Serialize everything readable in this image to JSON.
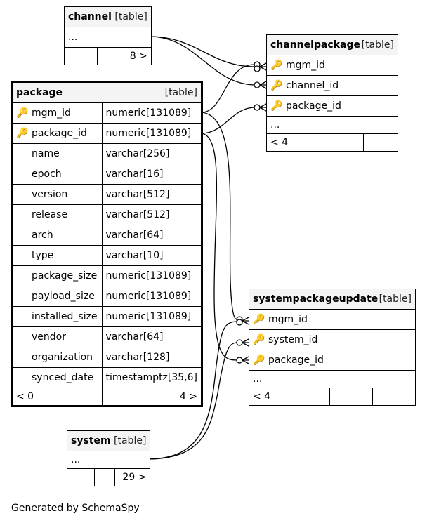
{
  "footer": "Generated by SchemaSpy",
  "channel": {
    "name": "channel",
    "kind": "[table]",
    "ellipsis": "...",
    "children": "8 >"
  },
  "system": {
    "name": "system",
    "kind": "[table]",
    "ellipsis": "...",
    "children": "29 >"
  },
  "channelpackage": {
    "name": "channelpackage",
    "kind": "[table]",
    "columns": [
      "mgm_id",
      "channel_id",
      "package_id"
    ],
    "ellipsis": "...",
    "parents": "< 4"
  },
  "systempackageupdate": {
    "name": "systempackageupdate",
    "kind": "[table]",
    "columns": [
      "mgm_id",
      "system_id",
      "package_id"
    ],
    "ellipsis": "...",
    "parents": "< 4"
  },
  "package": {
    "name": "package",
    "kind": "[table]",
    "columns": [
      {
        "name": "mgm_id",
        "type": "numeric[131089]",
        "key": true
      },
      {
        "name": "package_id",
        "type": "numeric[131089]",
        "key": true
      },
      {
        "name": "name",
        "type": "varchar[256]",
        "key": false
      },
      {
        "name": "epoch",
        "type": "varchar[16]",
        "key": false
      },
      {
        "name": "version",
        "type": "varchar[512]",
        "key": false
      },
      {
        "name": "release",
        "type": "varchar[512]",
        "key": false
      },
      {
        "name": "arch",
        "type": "varchar[64]",
        "key": false
      },
      {
        "name": "type",
        "type": "varchar[10]",
        "key": false
      },
      {
        "name": "package_size",
        "type": "numeric[131089]",
        "key": false
      },
      {
        "name": "payload_size",
        "type": "numeric[131089]",
        "key": false
      },
      {
        "name": "installed_size",
        "type": "numeric[131089]",
        "key": false
      },
      {
        "name": "vendor",
        "type": "varchar[64]",
        "key": false
      },
      {
        "name": "organization",
        "type": "varchar[128]",
        "key": false
      },
      {
        "name": "synced_date",
        "type": "timestamptz[35,6]",
        "key": false
      }
    ],
    "parents": "< 0",
    "children": "4 >"
  },
  "colors": {
    "key": "#f2e600",
    "line": "#000000",
    "header_bg": "#f4f4f4"
  }
}
